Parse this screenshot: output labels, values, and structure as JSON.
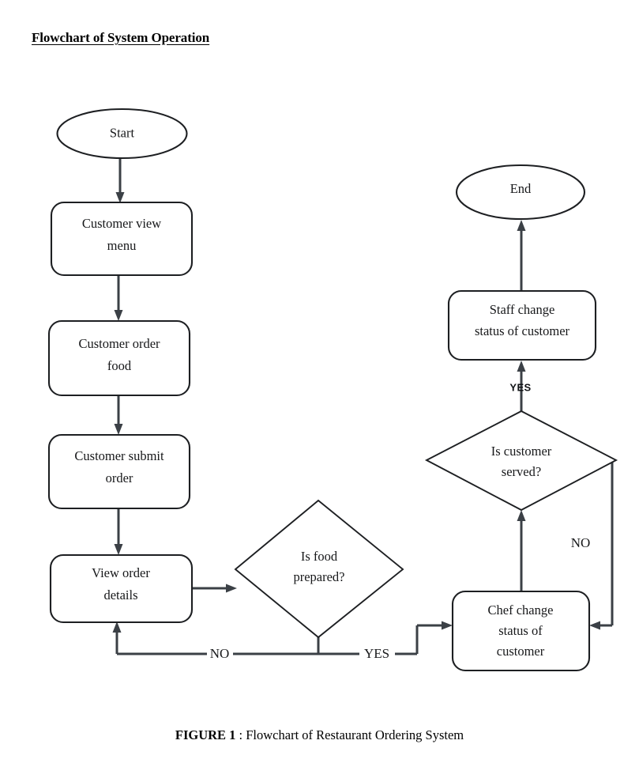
{
  "document": {
    "section_title": "Flowchart of System Operation",
    "caption_bold": "FIGURE 1",
    "caption_rest": " : Flowchart of Restaurant Ordering System"
  },
  "colors": {
    "page_background": "#ffffff",
    "shape_stroke": "#1d1f22",
    "shape_fill": "#ffffff",
    "edge_stroke": "#3b4046",
    "text": "#17181a"
  },
  "chart_data": {
    "type": "diagram",
    "title": "Flowchart of System Operation",
    "nodes": [
      {
        "id": "start",
        "shape": "ellipse",
        "label": "Start",
        "lines": [
          "Start"
        ]
      },
      {
        "id": "view-menu",
        "shape": "rounded",
        "label": "Customer view menu",
        "lines": [
          "Customer view",
          "menu"
        ]
      },
      {
        "id": "order-food",
        "shape": "rounded",
        "label": "Customer order food",
        "lines": [
          "Customer order",
          "food"
        ]
      },
      {
        "id": "submit-order",
        "shape": "rounded",
        "label": "Customer submit order",
        "lines": [
          "Customer submit",
          "order"
        ]
      },
      {
        "id": "view-details",
        "shape": "rounded",
        "label": "View order details",
        "lines": [
          "View order",
          "details"
        ]
      },
      {
        "id": "food-ready",
        "shape": "diamond",
        "label": "Is food prepared?",
        "lines": [
          "Is food",
          "prepared?"
        ]
      },
      {
        "id": "chef-change",
        "shape": "rounded",
        "label": "Chef change status of customer",
        "lines": [
          "Chef change",
          "status of",
          "customer"
        ]
      },
      {
        "id": "served",
        "shape": "diamond",
        "label": "Is customer served?",
        "lines": [
          "Is customer",
          "served?"
        ]
      },
      {
        "id": "staff-change",
        "shape": "rounded",
        "label": "Staff change status of customer",
        "lines": [
          "Staff change",
          "status of customer"
        ]
      },
      {
        "id": "end",
        "shape": "ellipse",
        "label": "End",
        "lines": [
          "End"
        ]
      }
    ],
    "edges": [
      {
        "from": "start",
        "to": "view-menu",
        "label": ""
      },
      {
        "from": "view-menu",
        "to": "order-food",
        "label": ""
      },
      {
        "from": "order-food",
        "to": "submit-order",
        "label": ""
      },
      {
        "from": "submit-order",
        "to": "view-details",
        "label": ""
      },
      {
        "from": "view-details",
        "to": "food-ready",
        "label": ""
      },
      {
        "from": "food-ready",
        "to": "view-details",
        "label": "NO"
      },
      {
        "from": "food-ready",
        "to": "chef-change",
        "label": "YES"
      },
      {
        "from": "chef-change",
        "to": "served",
        "label": ""
      },
      {
        "from": "served",
        "to": "staff-change",
        "label": "YES"
      },
      {
        "from": "served",
        "to": "chef-change",
        "label": "NO"
      },
      {
        "from": "staff-change",
        "to": "end",
        "label": ""
      }
    ]
  },
  "labels": {
    "start": "Start",
    "view_menu_l1": "Customer view",
    "view_menu_l2": "menu",
    "order_food_l1": "Customer order",
    "order_food_l2": "food",
    "submit_order_l1": "Customer submit",
    "submit_order_l2": "order",
    "view_details_l1": "View order",
    "view_details_l2": "details",
    "food_ready_l1": "Is food",
    "food_ready_l2": "prepared?",
    "chef_change_l1": "Chef change",
    "chef_change_l2": "status of",
    "chef_change_l3": "customer",
    "served_l1": "Is customer",
    "served_l2": "served?",
    "staff_change_l1": "Staff change",
    "staff_change_l2": "status of customer",
    "end": "End",
    "edge_no_food": "NO",
    "edge_yes_food": "YES",
    "edge_yes_served": "YES",
    "edge_no_served": "NO"
  }
}
